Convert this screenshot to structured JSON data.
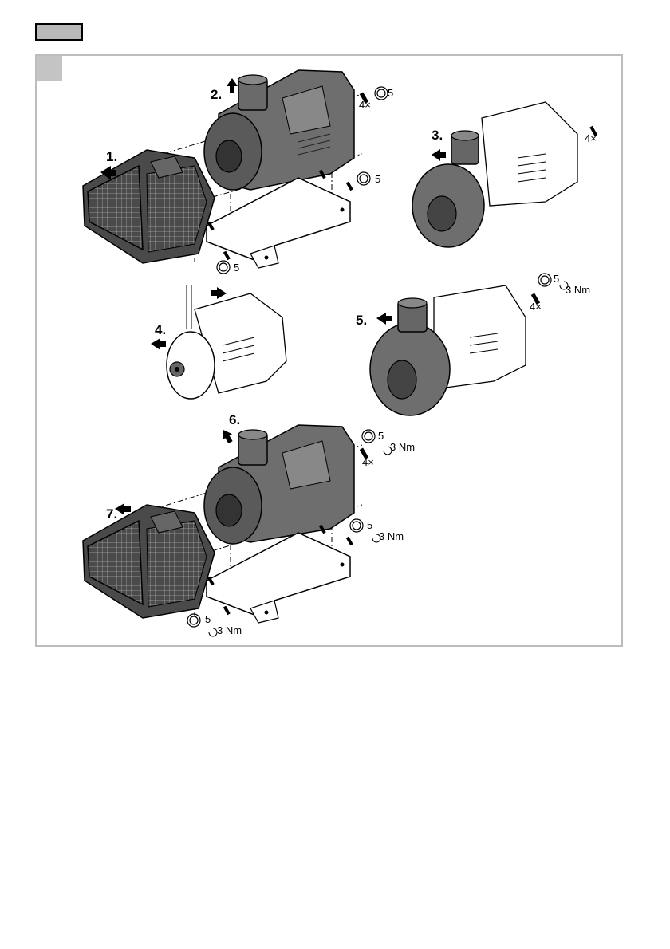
{
  "steps": [
    "1.",
    "2.",
    "3.",
    "4.",
    "5.",
    "6.",
    "7."
  ],
  "screw_count": "4×",
  "tool_size": "5",
  "torque": "3 Nm",
  "colors": {
    "panel_border": "#bdbdbd",
    "tab_fill": "#b9b9b9",
    "dark_part": "#4a4a4a",
    "mid_part": "#7a7a7a",
    "light_part": "#ffffff"
  },
  "icons": [
    "hex-key-icon",
    "torque-icon",
    "arrow-icon",
    "screw-icon"
  ]
}
